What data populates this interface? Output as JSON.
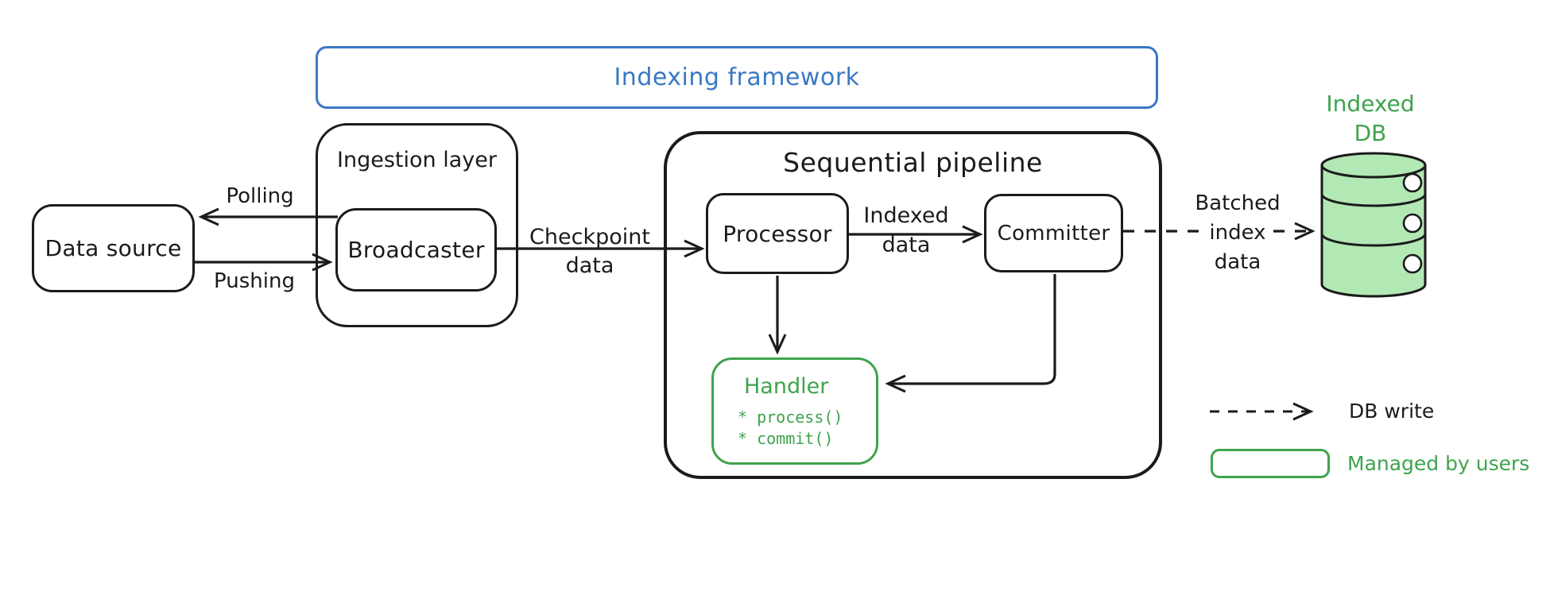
{
  "diagram": {
    "framework": {
      "title": "Indexing framework"
    },
    "ingestion": {
      "title": "Ingestion layer",
      "broadcaster_label": "Broadcaster"
    },
    "data_source": {
      "label": "Data source"
    },
    "pipeline": {
      "title": "Sequential pipeline",
      "processor_label": "Processor",
      "committer_label": "Committer",
      "handler": {
        "title": "Handler",
        "methods": [
          "* process()",
          "* commit()"
        ]
      }
    },
    "db": {
      "line1": "Indexed",
      "line2": "DB"
    },
    "edge_labels": {
      "polling": "Polling",
      "pushing": "Pushing",
      "checkpoint_line1": "Checkpoint",
      "checkpoint_line2": "data",
      "indexed_line1": "Indexed",
      "indexed_line2": "data",
      "batched_line1": "Batched",
      "batched_line2": "index",
      "batched_line3": "data"
    },
    "legend": {
      "db_write_label": "DB write",
      "managed_label": "Managed by users"
    },
    "colors": {
      "ink": "#1b1b1b",
      "blue": "#3978c4",
      "green": "#3fa34d",
      "green_fill": "#b2e8b4"
    }
  }
}
